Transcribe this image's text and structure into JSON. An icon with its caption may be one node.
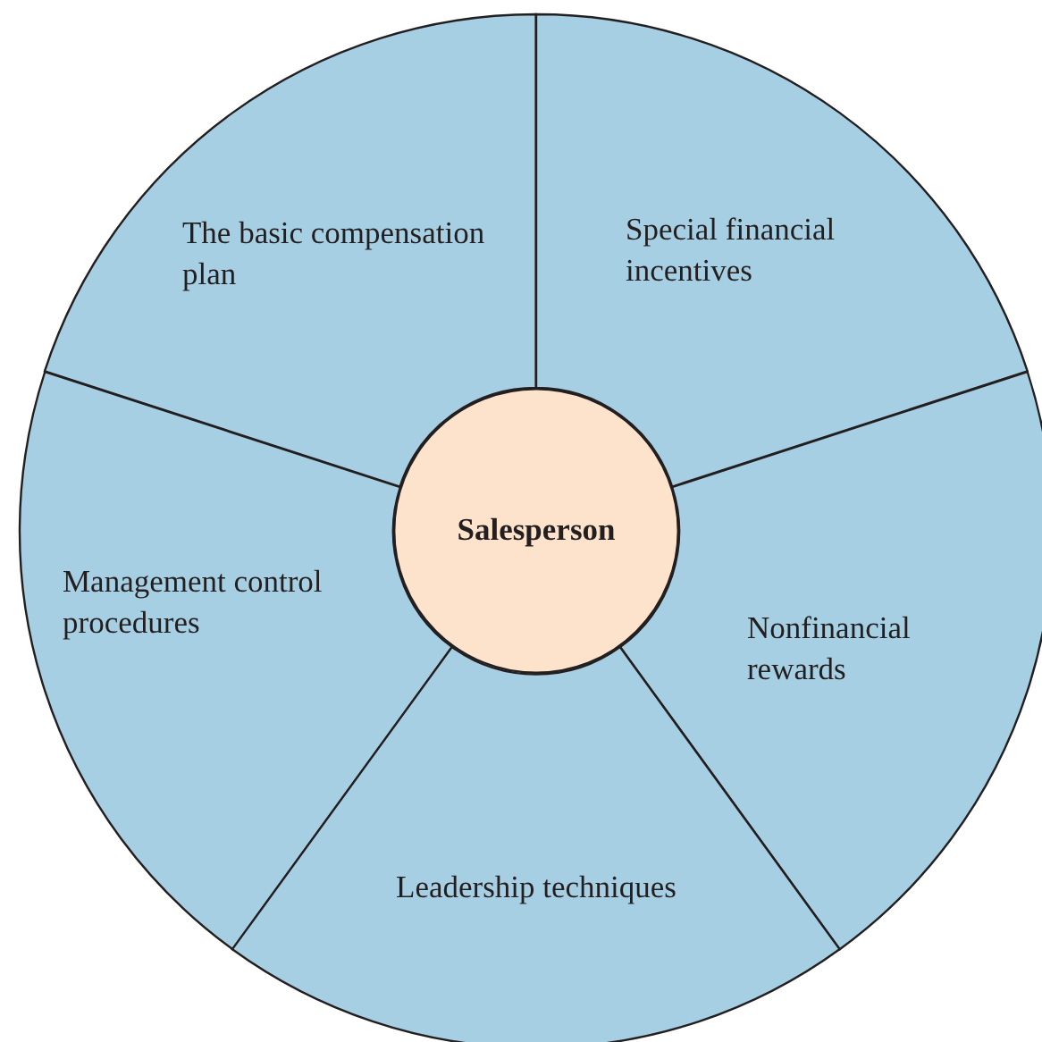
{
  "diagram": {
    "nodes": [
      {
        "text": [
          "The basic compensation plan"
        ]
      },
      {
        "text": [
          "Special financial incentives"
        ]
      },
      {
        "text": [
          "Salesperson"
        ]
      },
      {
        "text": [
          "Management control procedures"
        ]
      },
      {
        "text": [
          "Nonfinancial rewards"
        ]
      },
      {
        "text": [
          "Leadership techniques"
        ]
      }
    ]
  }
}
